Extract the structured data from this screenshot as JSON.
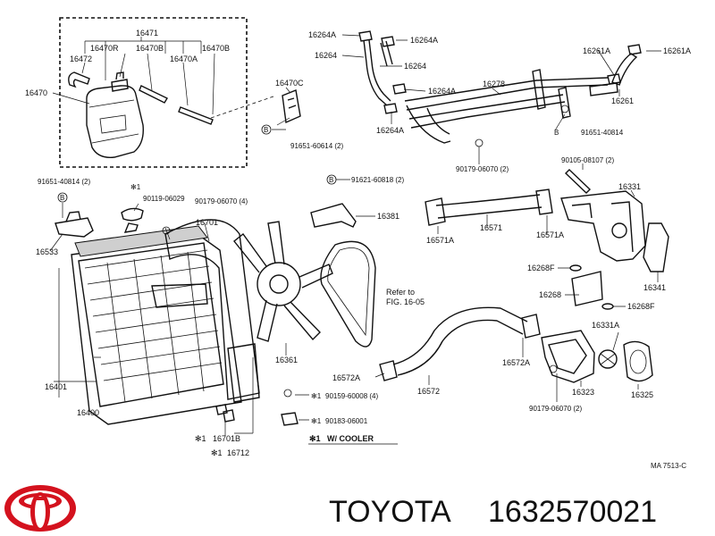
{
  "parts": {
    "p16471": "16471",
    "p16470R": "16470R",
    "p16470B_a": "16470B",
    "p16470B_b": "16470B",
    "p16472": "16472",
    "p16470A": "16470A",
    "p16470": "16470",
    "p16470C": "16470C",
    "b91651_60614": "91651-60614 (2)",
    "p16264A_1": "16264A",
    "p16264A_2": "16264A",
    "p16264": "16264",
    "p16264_2": "16264",
    "p16264A_3": "16264A",
    "p16264A_4": "16264A",
    "p16278": "16278",
    "p16261A_1": "16261A",
    "p16261A_2": "16261A",
    "p16261": "16261",
    "b91651_40814_r": "91651-40814",
    "p90179_06070_t": "90179-06070 (2)",
    "p90105_08107": "90105-08107 (2)",
    "b91651_40814_l": "91651-40814 (2)",
    "s90119_06029": "90119-06029",
    "p90179_06070_4": "90179-06070 (4)",
    "b91621_60818": "91621-60818 (2)",
    "p16701": "16701",
    "p16381": "16381",
    "p16331": "16331",
    "p16533": "16533",
    "p16571A_l": "16571A",
    "p16571": "16571",
    "p16571A_r": "16571A",
    "p16268F_1": "16268F",
    "p16268": "16268",
    "p16268F_2": "16268F",
    "p16341": "16341",
    "refer_1": "Refer to",
    "refer_2": "FIG. 16-05",
    "p16331A": "16331A",
    "p16361": "16361",
    "p16401": "16401",
    "p16572A_l": "16572A",
    "p16572A_r": "16572A",
    "p16572": "16572",
    "p16323": "16323",
    "p16325": "16325",
    "p16400": "16400",
    "s90159_60008": "90159-60008 (4)",
    "p90179_06070_b": "90179-06070 (2)",
    "s90183_06001": "90183-06001",
    "s16701B": "16701B",
    "s16712": "16712",
    "cooler_note": "W/ COOLER",
    "star_mark": "✻1",
    "bolt_mark": "B",
    "diagram_id": "MA 7513-C"
  },
  "footer": {
    "brand": "TOYOTA",
    "part_number": "1632570021"
  },
  "colors": {
    "logo": "#d4121e",
    "ink": "#111111"
  },
  "icons": {
    "logo": "toyota-logo-icon"
  }
}
